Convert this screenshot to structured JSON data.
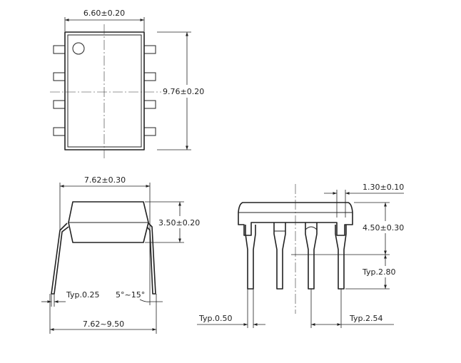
{
  "top_view": {
    "width_dim": "6.60±0.20",
    "length_dim": "9.76±0.20"
  },
  "side_view": {
    "row_spacing_dim": "7.62±0.30",
    "body_height_dim": "3.50±0.20",
    "lead_thickness_dim": "Typ.0.25",
    "lead_angle_dim": "5°~15°",
    "lead_span_dim": "7.62~9.50"
  },
  "front_view": {
    "shoulder_width_dim": "1.30±0.10",
    "seating_height_dim": "4.50±0.30",
    "lead_length_dim": "Typ.2.80",
    "lead_width_dim": "Typ.0.50",
    "pitch_dim": "Typ.2.54"
  }
}
